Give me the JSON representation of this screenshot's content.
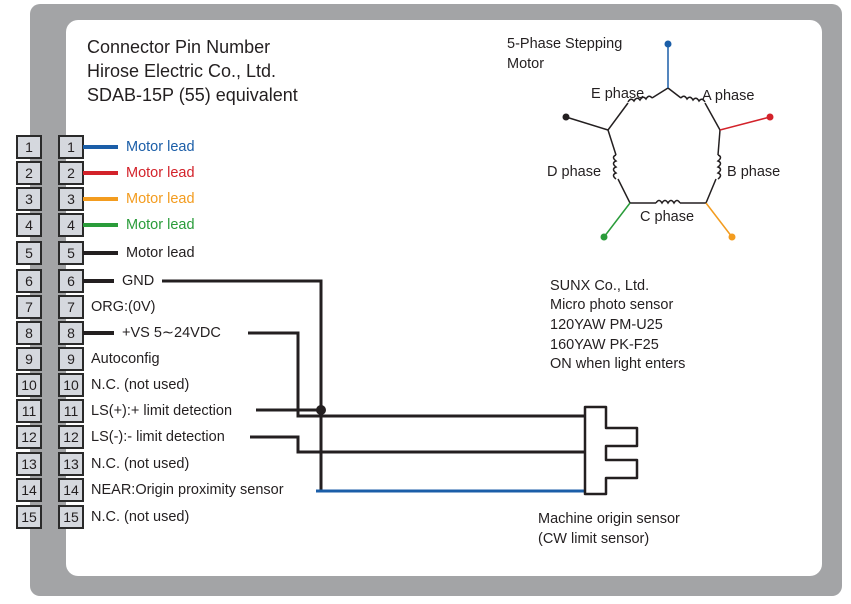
{
  "colors": {
    "blue": "#1b5ea8",
    "red": "#d3222a",
    "orange": "#f39c1f",
    "green": "#2a9c3a",
    "black": "#231f20",
    "frame": "#a3a4a6",
    "pin_fill": "#d5d8de"
  },
  "header": {
    "line1": "Connector Pin Number",
    "line2": "Hirose Electric Co., Ltd.",
    "line3": "SDAB-15P (55) equivalent"
  },
  "pins": [
    {
      "num": "1",
      "label": "Motor lead",
      "color": "blue"
    },
    {
      "num": "2",
      "label": "Motor lead",
      "color": "red"
    },
    {
      "num": "3",
      "label": "Motor lead",
      "color": "orange"
    },
    {
      "num": "4",
      "label": "Motor lead",
      "color": "green"
    },
    {
      "num": "5",
      "label": "Motor lead",
      "color": "black"
    },
    {
      "num": "6",
      "label": "GND",
      "color": "black"
    },
    {
      "num": "7",
      "label": "ORG:(0V)",
      "color": "none"
    },
    {
      "num": "8",
      "label": "+VS 5∼24VDC",
      "color": "black"
    },
    {
      "num": "9",
      "label": "Autoconfig",
      "color": "none"
    },
    {
      "num": "10",
      "label": "N.C. (not used)",
      "color": "none"
    },
    {
      "num": "11",
      "label": "LS(+):+ limit detection",
      "color": "none"
    },
    {
      "num": "12",
      "label": "LS(-):- limit detection",
      "color": "none"
    },
    {
      "num": "13",
      "label": "N.C. (not used)",
      "color": "none"
    },
    {
      "num": "14",
      "label": "NEAR:Origin proximity sensor",
      "color": "none"
    },
    {
      "num": "15",
      "label": "N.C. (not used)",
      "color": "none"
    }
  ],
  "motor": {
    "title_line1": "5-Phase Stepping",
    "title_line2": "Motor",
    "phases": {
      "a": "A phase",
      "b": "B phase",
      "c": "C phase",
      "d": "D phase",
      "e": "E phase"
    }
  },
  "sensor": {
    "line1": "SUNX Co., Ltd.",
    "line2": "Micro photo sensor",
    "line3": "120YAW PM-U25",
    "line4": "160YAW PK-F25",
    "line5": "ON when light enters"
  },
  "origin_sensor": {
    "line1": "Machine origin sensor",
    "line2": "(CW limit sensor)"
  }
}
